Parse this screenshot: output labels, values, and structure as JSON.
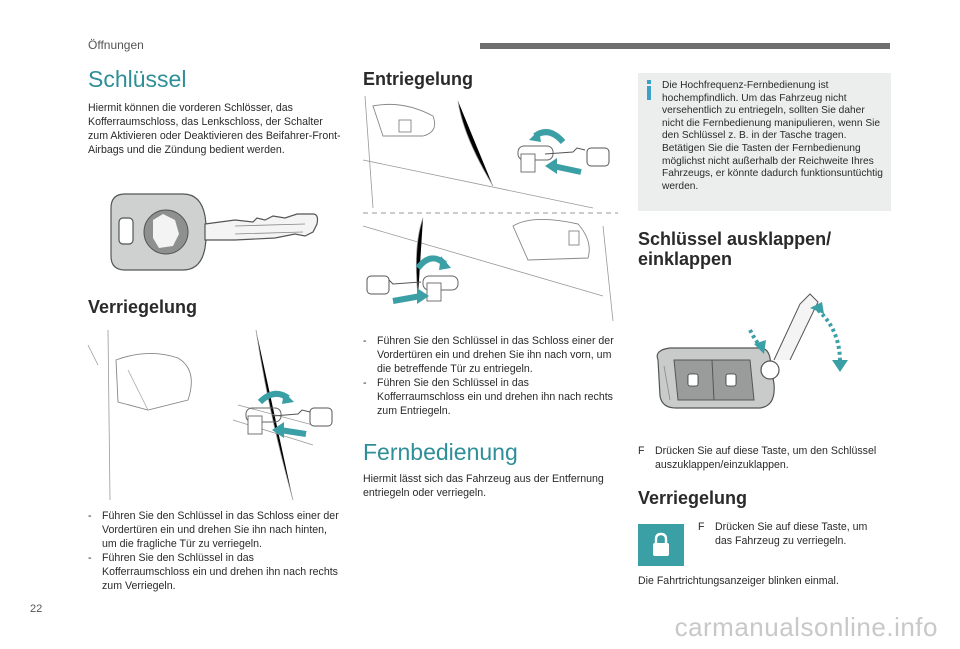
{
  "header": {
    "section": "Öffnungen",
    "page_number": "22"
  },
  "watermark": "carmanualsonline.info",
  "col1": {
    "title": "Schlüssel",
    "intro": "Hiermit können die vorderen Schlösser, das Kofferraumschloss, das Lenkschloss, der Schalter zum Aktivieren oder Deaktivieren des Beifahrer-Front-Airbags und die Zündung bedient werden.",
    "heading_lock": "Verriegelung",
    "lock_steps": [
      "Führen Sie den Schlüssel in das Schloss einer der Vordertüren ein und drehen Sie ihn nach hinten, um die fragliche Tür zu verriegeln.",
      "Führen Sie den Schlüssel in das Kofferraumschloss ein und drehen ihn nach rechts zum Verriegeln."
    ]
  },
  "col2": {
    "heading_unlock": "Entriegelung",
    "unlock_steps": [
      "Führen Sie den Schlüssel in das Schloss einer der Vordertüren ein und drehen Sie ihn nach vorn, um die betreffende Tür zu entriegeln.",
      "Führen Sie den Schlüssel in das Kofferraumschloss ein und drehen ihn nach rechts zum Entriegeln."
    ],
    "heading_remote": "Fernbedienung",
    "remote_text": "Hiermit lässt sich das Fahrzeug aus der Entfernung entriegeln oder verriegeln."
  },
  "col3": {
    "info": "Die Hochfrequenz-Fernbedienung ist hochempfindlich. Um das Fahrzeug nicht versehentlich zu entriegeln, sollten Sie daher nicht die Fernbedienung manipulieren, wenn Sie den Schlüssel z. B. in der Tasche tragen. Betätigen Sie die Tasten der Fernbedienung möglichst nicht außerhalb der Reichweite Ihres Fahrzeugs, er könnte dadurch funktionsuntüchtig werden.",
    "heading_fold": "Schlüssel ausklappen/\neinklappen",
    "heading_fold_line1": "Schlüssel ausklappen/",
    "heading_fold_line2": "einklappen",
    "fold_note_marker": "F",
    "fold_note": "Drücken Sie auf diese Taste, um den Schlüssel auszuklappen/einzuklappen.",
    "heading_lock": "Verriegelung",
    "lock_note_marker": "F",
    "lock_note": "Drücken Sie auf diese Taste, um das Fahrzeug zu verriegeln.",
    "indicator_text": "Die Fahrtrichtungsanzeiger blinken einmal."
  },
  "colors": {
    "teal_heading": "#2e8f98",
    "teal_tile": "#3b9fa6",
    "info_bg": "#eceeee",
    "info_accent": "#3aa0c8",
    "arrow": "#3b9fa6"
  }
}
